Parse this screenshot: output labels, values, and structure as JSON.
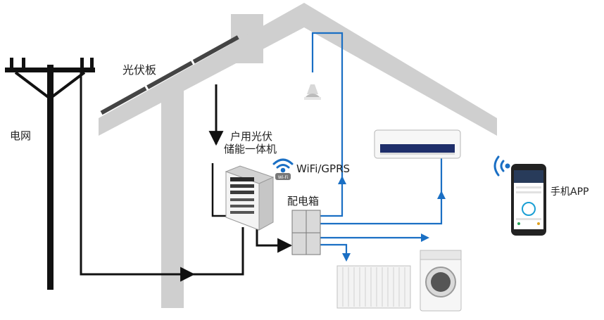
{
  "labels": {
    "grid": "电网",
    "pv_panel": "光伏板",
    "storage_line1": "户用光伏",
    "storage_line2": "储能一体机",
    "wifi_gprs": "WiFi/GPRS",
    "wifi_badge": "Wi-Fi",
    "distribution_box": "配电箱",
    "mobile_app": "手机APP"
  },
  "colors": {
    "house": "#cfcfcf",
    "flow_blue": "#1a6fc4",
    "flow_black": "#111111",
    "pole": "#111111"
  }
}
